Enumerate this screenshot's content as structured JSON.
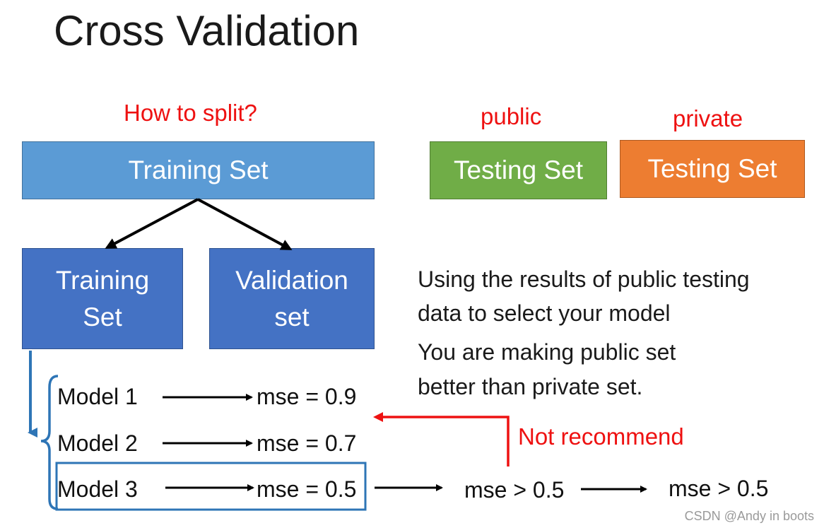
{
  "title": "Cross Validation",
  "labels": {
    "how_to_split": "How to split?",
    "public": "public",
    "private": "private",
    "not_recommend": "Not recommend"
  },
  "boxes": {
    "training_set": "Training Set",
    "testing_set_public": "Testing Set",
    "testing_set_private": "Testing Set",
    "training_sub_line1": "Training",
    "training_sub_line2": "Set",
    "validation_line1": "Validation",
    "validation_line2": "set"
  },
  "notes": {
    "line1": "Using the results of public testing",
    "line2": "data to select your model",
    "line3": "You are making public set",
    "line4": "better than private set."
  },
  "models": [
    {
      "name": "Model 1",
      "mse": "mse = 0.9"
    },
    {
      "name": "Model 2",
      "mse": "mse = 0.7"
    },
    {
      "name": "Model 3",
      "mse": "mse = 0.5"
    }
  ],
  "public_result": "mse > 0.5",
  "private_result": "mse > 0.5",
  "watermark": "CSDN @Andy in boots",
  "colors": {
    "training_set": "#5b9bd5",
    "testing_public": "#70ad47",
    "testing_private": "#ed7d31",
    "sub_boxes": "#4472c4",
    "red": "#ee1111",
    "highlight": "#2e75b6"
  }
}
